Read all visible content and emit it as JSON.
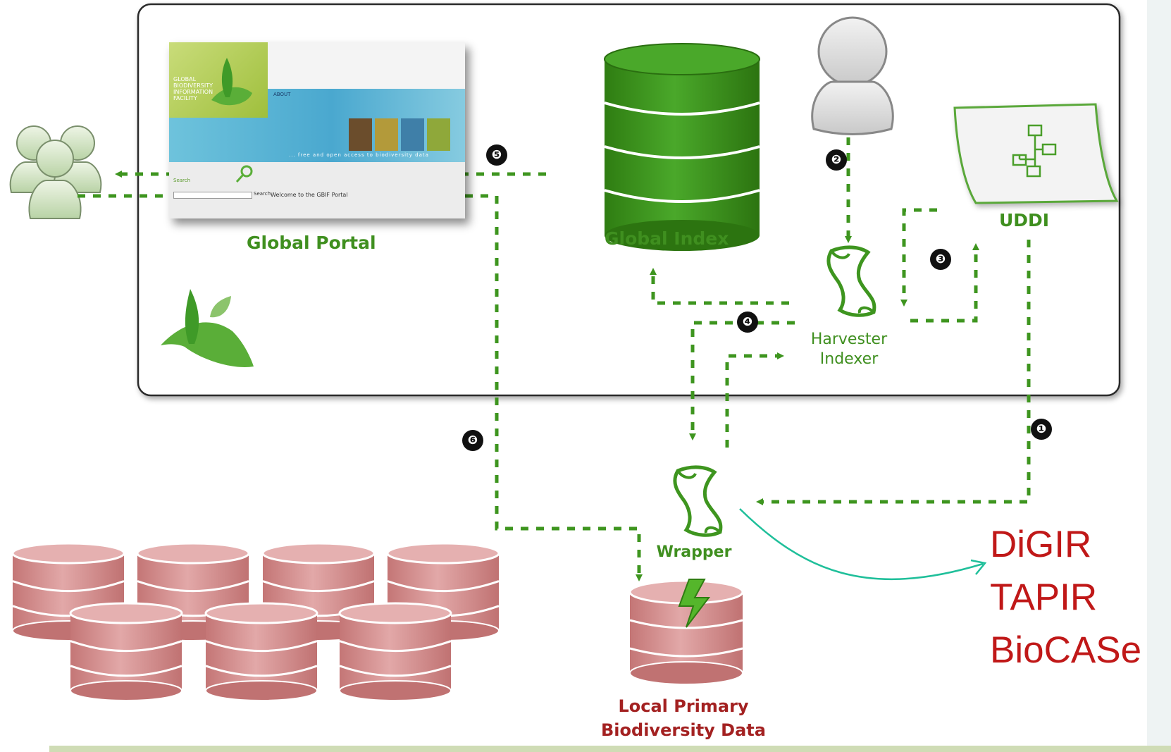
{
  "labels": {
    "global_portal": "Global Portal",
    "global_index": "Global Index",
    "uddi": "UDDI",
    "harvester": "Harvester",
    "indexer": "Indexer",
    "wrapper": "Wrapper",
    "local_primary": "Local Primary",
    "biodiversity_data": "Biodiversity Data"
  },
  "steps": [
    "❶",
    "❷",
    "❸",
    "❹",
    "❺",
    "❻"
  ],
  "protocols": [
    "DiGIR",
    "TAPIR",
    "BioCASe"
  ],
  "portal_screenshot": {
    "logo_lines": [
      "GLOBAL",
      "BIODIVERSITY",
      "INFORMATION",
      "FACILITY"
    ],
    "nav": "ABOUT",
    "tagline": "... free and open access to biodiversity data",
    "search_label": "Search",
    "search_button": "Search",
    "welcome": "Welcome to the GBIF Portal"
  },
  "colors": {
    "arrow_green": "#3e951f",
    "db_green": "#3f8f1f",
    "db_red": "#cc8a8a",
    "label_green": "#3f8f1f",
    "label_red": "#a32121",
    "protocol_red": "#c01818",
    "teal_arrow": "#1fbf9a"
  },
  "icons": [
    "users-group-icon",
    "user-icon",
    "uddi-document-icon",
    "harvester-scroll-icon",
    "wrapper-scroll-icon",
    "lightning-icon",
    "gbif-leaf-logo",
    "database-icon"
  ]
}
